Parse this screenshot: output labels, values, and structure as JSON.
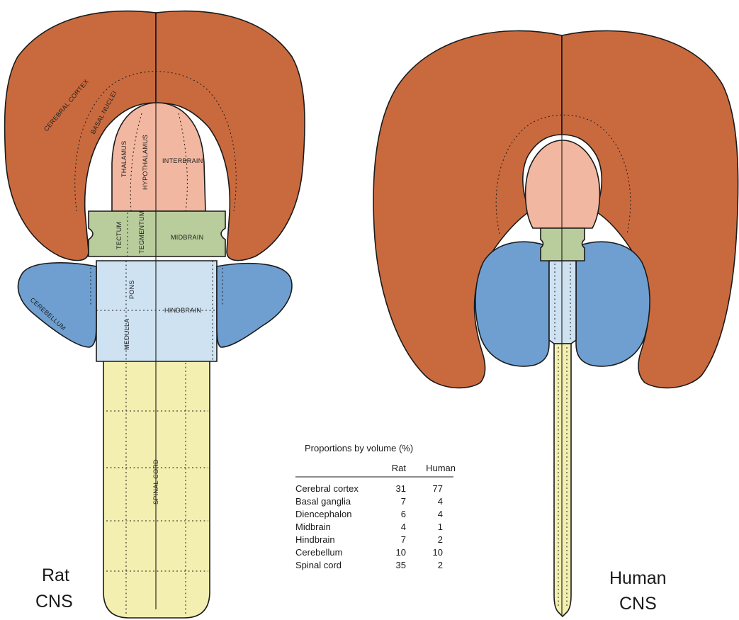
{
  "colors": {
    "cortex": "#c96a3e",
    "interbrain": "#f2b7a0",
    "midbrain": "#b9cc9c",
    "hindbrain_core": "#cfe2f2",
    "cerebellum": "#6f9fd0",
    "spinal_cord": "#f3efb0",
    "outline": "#1a1a1a"
  },
  "rat": {
    "caption_line1": "Rat",
    "caption_line2": "CNS",
    "labels": {
      "cerebral_cortex": "CEREBRAL CORTEX",
      "basal_nuclei": "BASAL NUCLEI",
      "thalamus": "THALAMUS",
      "hypothalamus": "HYPOTHALAMUS",
      "interbrain": "INTERBRAIN",
      "tectum": "TECTUM",
      "tegmentum": "TEGMENTUM",
      "midbrain": "MIDBRAIN",
      "pons": "PONS",
      "hindbrain": "HINDBRAIN",
      "cerebellum": "CEREBELLUM",
      "medulla": "MEDULLA",
      "spinal_cord": "SPINAL CORD"
    }
  },
  "human": {
    "caption_line1": "Human",
    "caption_line2": "CNS"
  },
  "table": {
    "title": "Proportions by volume (%)",
    "columns": [
      "Rat",
      "Human"
    ],
    "rows": [
      {
        "region": "Cerebral cortex",
        "rat": "31",
        "human": "77"
      },
      {
        "region": "Basal ganglia",
        "rat": "7",
        "human": "4"
      },
      {
        "region": "Diencephalon",
        "rat": "6",
        "human": "4"
      },
      {
        "region": "Midbrain",
        "rat": "4",
        "human": "1"
      },
      {
        "region": "Hindbrain",
        "rat": "7",
        "human": "2"
      },
      {
        "region": "Cerebellum",
        "rat": "10",
        "human": "10"
      },
      {
        "region": "Spinal cord",
        "rat": "35",
        "human": "2"
      }
    ]
  }
}
